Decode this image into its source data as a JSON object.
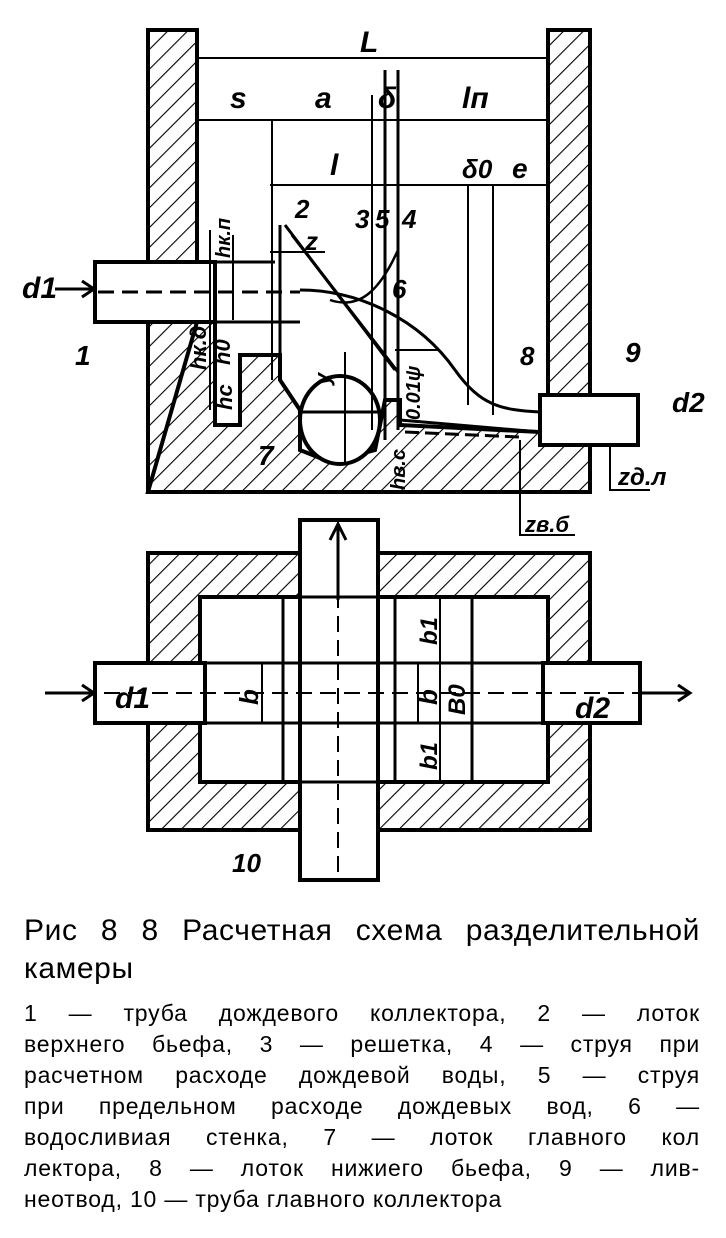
{
  "figure": {
    "labels": {
      "L": "L",
      "s": "s",
      "a": "a",
      "delta": "δ",
      "ln": "lп",
      "l": "l",
      "delta0": "δ0",
      "e": "e",
      "z": "z",
      "hkp": "hк.п",
      "hkd": "hк.д",
      "h0": "h0",
      "hc": "hc",
      "y": "y",
      "flow": "0.01ψ",
      "hvs": "hв.с",
      "d1": "d1",
      "d2": "d2",
      "zdl": "zд.л",
      "zvb": "zв.б",
      "b": "b",
      "b1": "b1",
      "B0": "B0",
      "n1": "1",
      "n2": "2",
      "n3": "3",
      "n4": "4",
      "n5": "5",
      "n6": "6",
      "n7": "7",
      "n8": "8",
      "n9": "9",
      "n10": "10"
    }
  },
  "caption": {
    "title_lines": [
      "Рис 8 8 Расчетная схема разделительной",
      "камеры"
    ],
    "legend_lines": [
      "1 — труба дождевого коллектора, 2 — лоток",
      "верхнего бьефа, 3 — решетка, 4 — струя при",
      "расчетном расходе дождевой воды, 5 — струя",
      "при предельном расходе дождевых вод, 6 —",
      "водосливиая стенка, 7 — лоток главного кол",
      "лектора, 8 — лоток нижиего бьефа, 9 — лив-",
      "неотвод, 10 — труба главного коллектора"
    ]
  }
}
